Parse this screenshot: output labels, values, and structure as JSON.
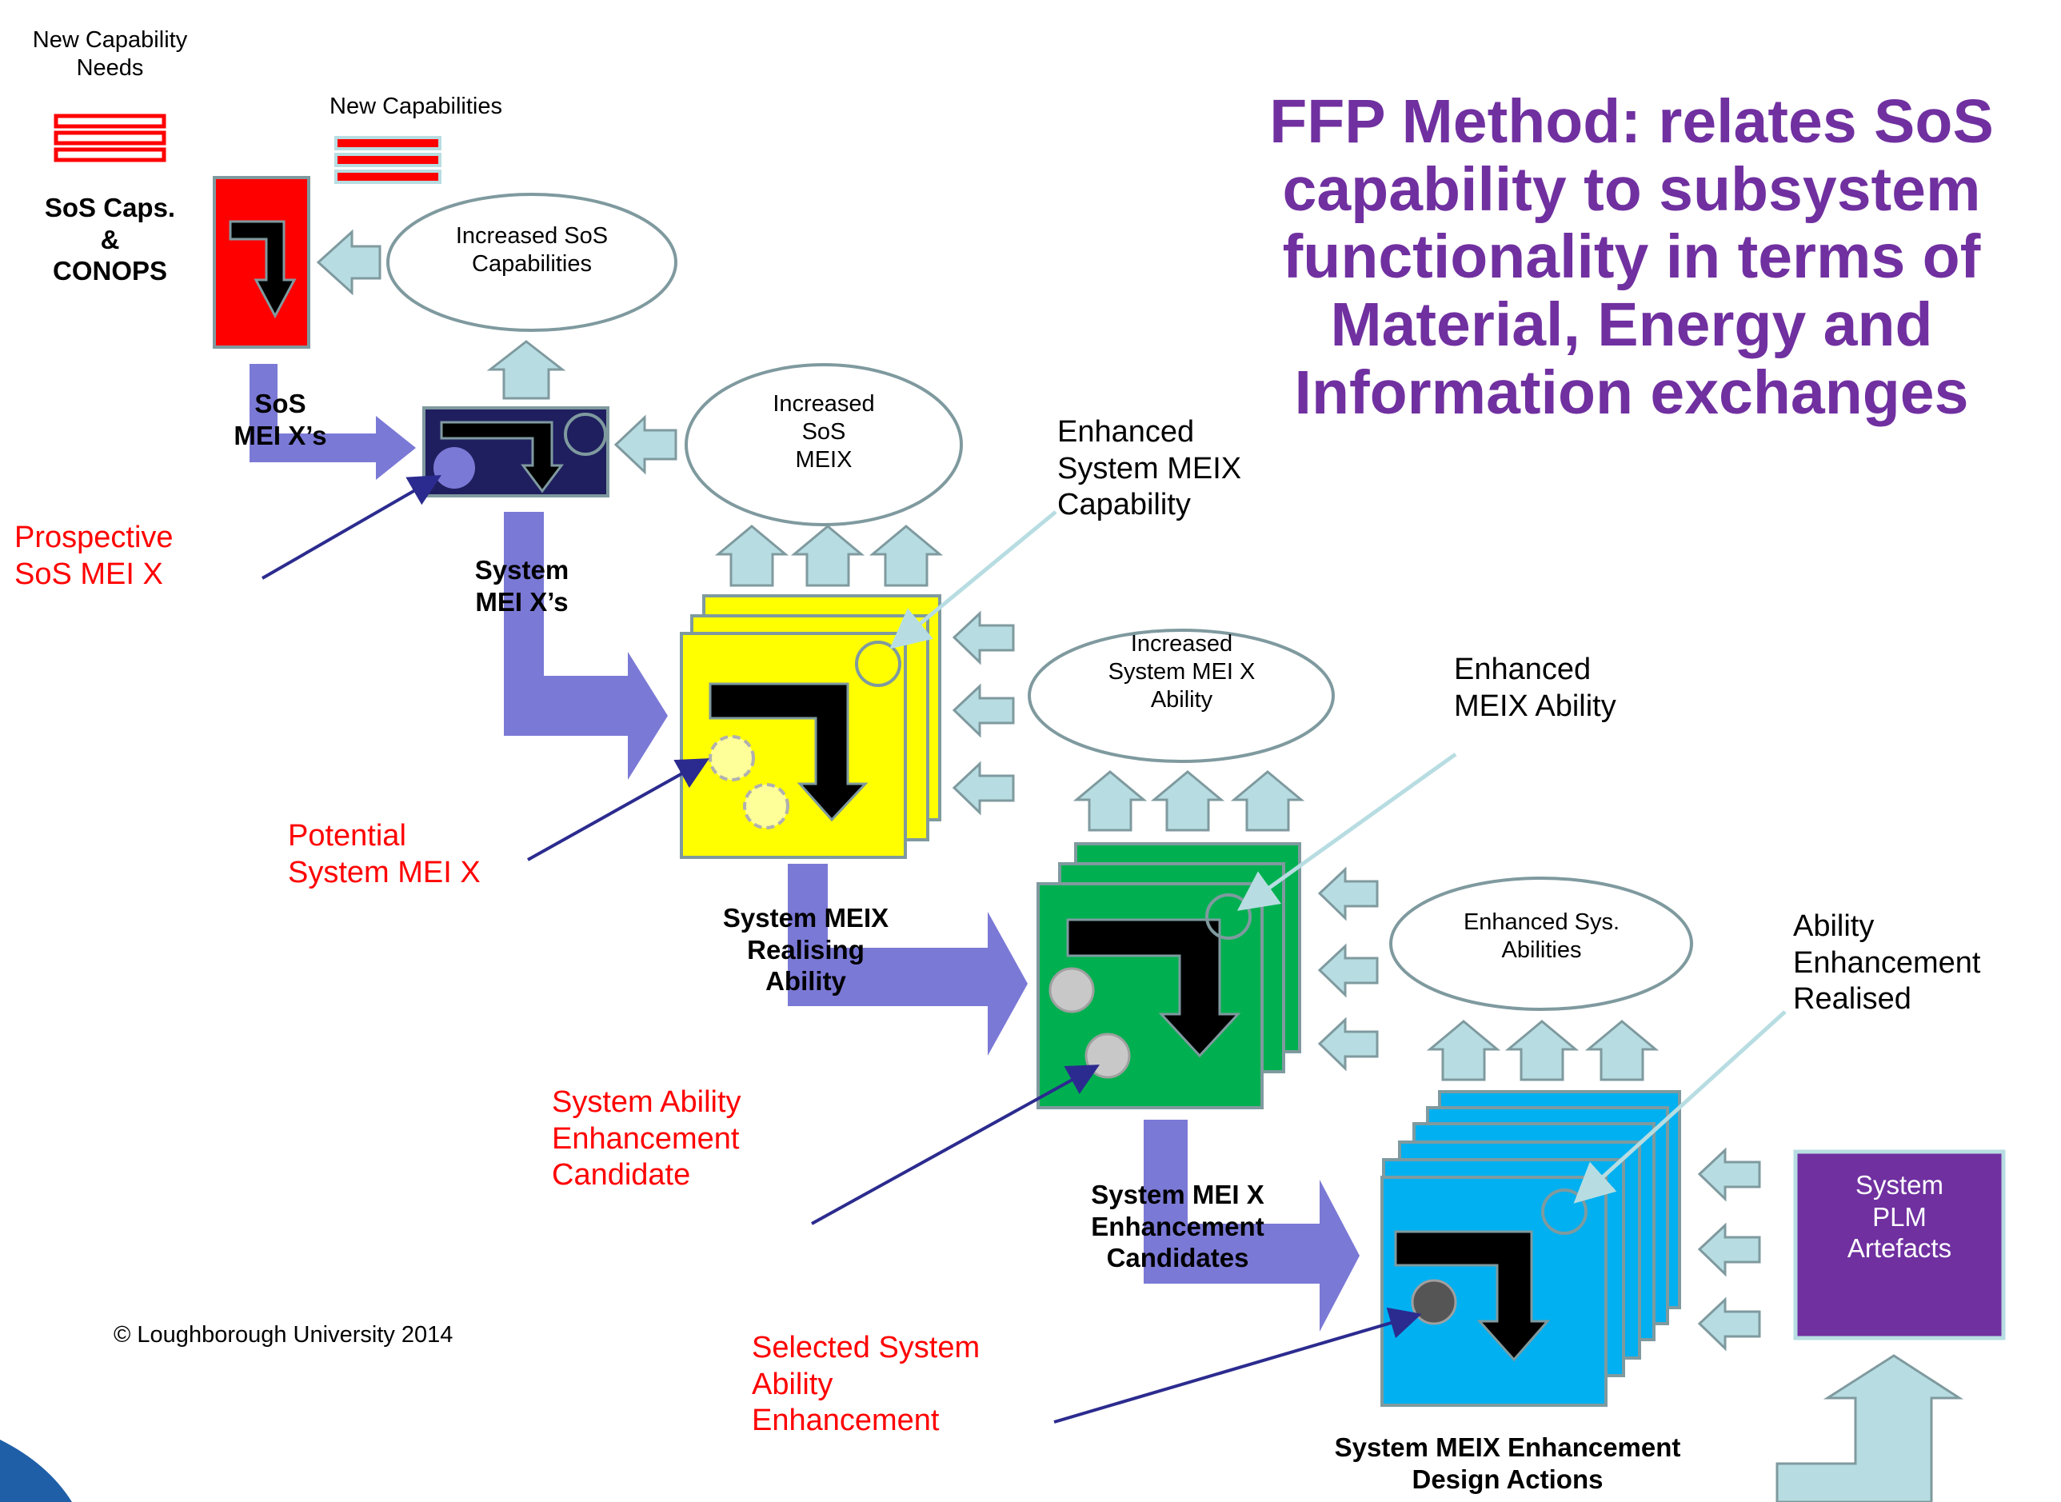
{
  "title": "FFP Method: relates SoS capability to subsystem functionality in terms of Material, Energy and Information exchanges",
  "copyright": "© Loughborough University 2014",
  "labels": {
    "new_capability_needs": "New Capability\nNeeds",
    "new_capabilities": "New Capabilities",
    "sos_caps_conops": "SoS Caps.\n&\nCONOPS",
    "increased_sos_capabilities": "Increased SoS\nCapabilities",
    "sos_mei_xs": "SoS\nMEI X’s",
    "increased_sos_meix": "Increased\nSoS\nMEIX",
    "prospective_sos_mei_x": "Prospective\nSoS MEI X",
    "system_mei_xs": "System\nMEI X’s",
    "enhanced_system_meix_capability": "Enhanced\nSystem MEIX\nCapability",
    "increased_system_mei_x_ability": "Increased\nSystem MEI X\nAbility",
    "potential_system_mei_x": "Potential\nSystem MEI X",
    "enhanced_meix_ability": "Enhanced\nMEIX Ability",
    "system_meix_realising_ability": "System MEIX\nRealising\nAbility",
    "enhanced_sys_abilities": "Enhanced Sys.\nAbilities",
    "ability_enhancement_realised": "Ability\nEnhancement\nRealised",
    "system_ability_enhancement_candidate": "System Ability\nEnhancement\nCandidate",
    "system_mei_x_enhancement_candidates": "System MEI X\nEnhancement\nCandidates",
    "system_plm_artefacts": "System\nPLM\nArtefacts",
    "selected_system_ability_enhancement": "Selected  System\nAbility\nEnhancement",
    "system_meix_enhancement_design_actions": "System MEIX Enhancement\nDesign Actions"
  },
  "colors": {
    "title": "#7030a0",
    "annotation_red": "#ff0000",
    "level1_red": "#ff0000",
    "level2_navy": "#1f1f5f",
    "level3_yellow": "#ffff00",
    "level4_green": "#00b050",
    "level5_cyan": "#00b0f0",
    "plm_purple": "#7030a0",
    "flow_arrow": "#7b79d6",
    "small_arrow_fill": "#b7dde2",
    "outline_grey": "#7f9a9f",
    "pointer_navy": "#2b2b8f",
    "pointer_light": "#b7dde2"
  }
}
